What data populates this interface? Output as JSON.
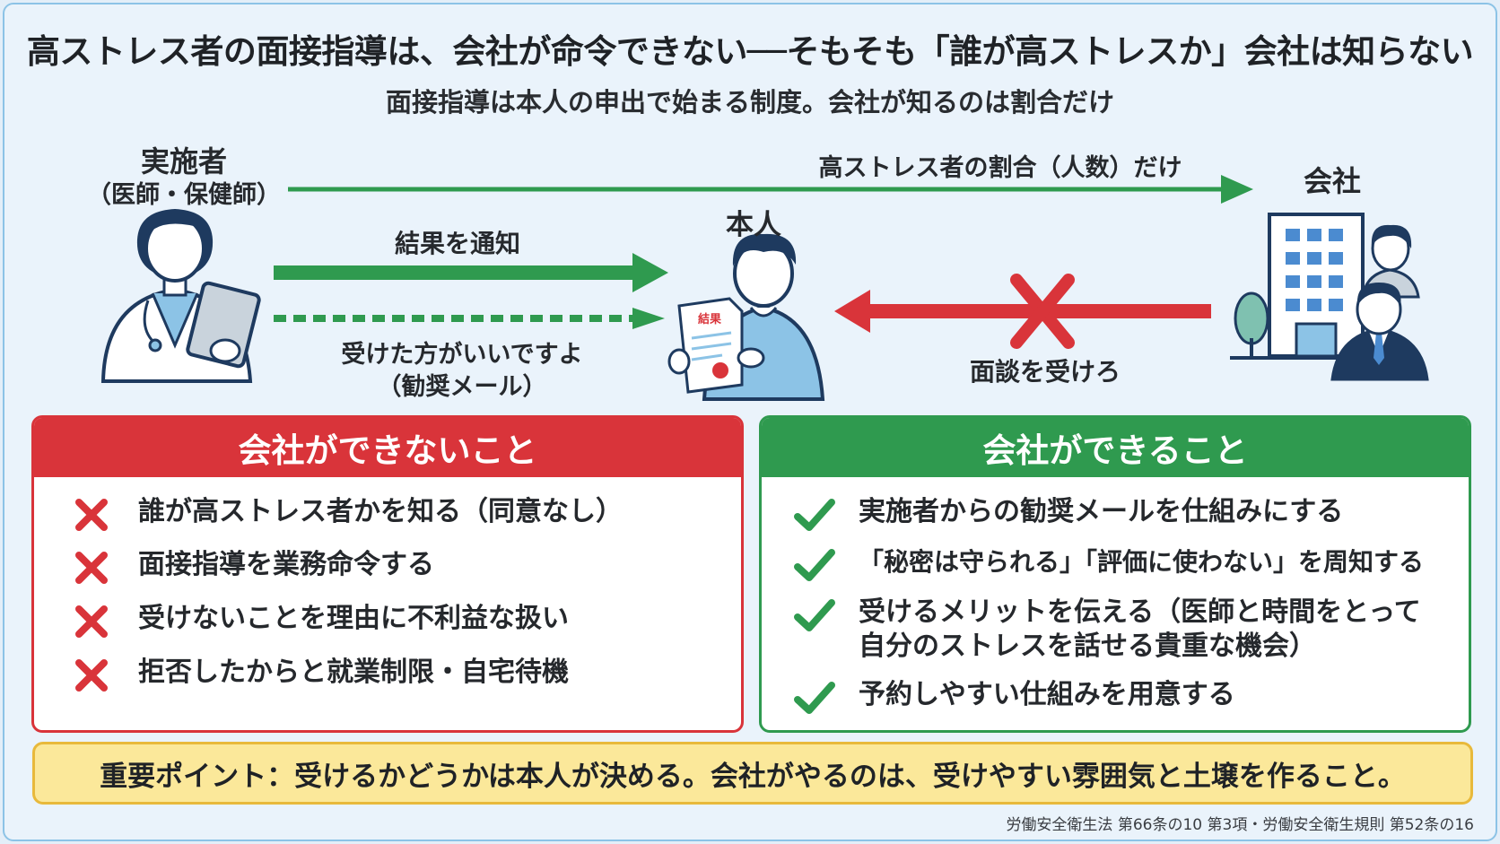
{
  "title": "高ストレス者の面接指導は、会社が命令できない──そもそも「誰が高ストレスか」会社は知らない",
  "subtitle": "面接指導は本人の申出で始まる制度。会社が知るのは割合だけ",
  "actors": {
    "implementer_name": "実施者",
    "implementer_role": "（医師・保健師）",
    "person": "本人",
    "company": "会社"
  },
  "flows": {
    "top_arrow": "高ストレス者の割合（人数）だけ",
    "notify": "結果を通知",
    "recommend_line1": "受けた方がいいですよ",
    "recommend_line2": "（勧奨メール）",
    "company_order": "面談を受けろ",
    "document_label": "結果"
  },
  "cannot": {
    "header": "会社ができないこと",
    "items": [
      "誰が高ストレス者かを知る（同意なし）",
      "面接指導を業務命令する",
      "受けないことを理由に不利益な扱い",
      "拒否したからと就業制限・自宅待機"
    ]
  },
  "can": {
    "header": "会社ができること",
    "items": [
      "実施者からの勧奨メールを仕組みにする",
      "「秘密は守られる」「評価に使わない」を周知する",
      "受けるメリットを伝える（医師と時間をとって",
      "自分のストレスを話せる貴重な機会）",
      "予約しやすい仕組みを用意する"
    ]
  },
  "key_point": "重要ポイント：受けるかどうかは本人が決める。会社がやるのは、受けやすい雰囲気と土壌を作ること。",
  "citation": "労働安全衛生法 第66条の10 第3項・労働安全衛生規則 第52条の16",
  "colors": {
    "green": "#2f9a4f",
    "red": "#d9343a",
    "navy": "#1e3a5f",
    "yellow": "#fbe89a"
  }
}
